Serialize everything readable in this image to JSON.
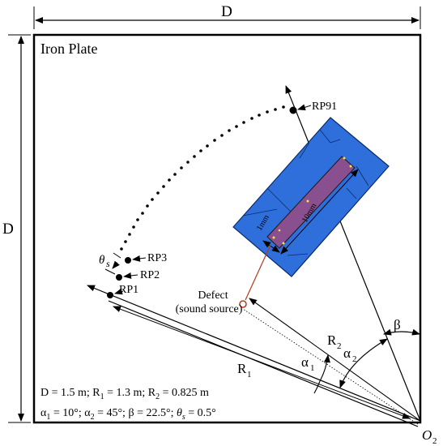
{
  "dimensions": {
    "top_label": "D",
    "left_label": "D"
  },
  "plate": {
    "label": "Iron Plate"
  },
  "reference_points": {
    "rp91": "RP91",
    "rp3": "RP3",
    "rp2": "RP2",
    "rp1": "RP1"
  },
  "defect": {
    "line1": "Defect",
    "line2": "(sound source)"
  },
  "crack_panel": {
    "width_label": "1mm",
    "length_label": "10mm",
    "fill_color": "#2f6fdc",
    "crack_color": "#8a4f8f"
  },
  "symbols": {
    "theta_s": "θ",
    "theta_sub": "s",
    "R1": "R",
    "R1_sub": "1",
    "R2": "R",
    "R2_sub": "2",
    "alpha1": "α",
    "alpha1_sub": "1",
    "alpha2": "α",
    "alpha2_sub": "2",
    "beta": "β",
    "origin": "O",
    "origin_sub": "2"
  },
  "params": {
    "line1": "D = 1.5 m;  R",
    "line1_s1": "1",
    "line1_b": " = 1.3 m;  R",
    "line1_s2": "2",
    "line1_c": " = 0.825 m",
    "line2": "α",
    "line2_s1": "1",
    "line2_b": " = 10°;  α",
    "line2_s2": "2",
    "line2_c": " = 45°;  β = 22.5°;  ",
    "line2_theta": "θ",
    "line2_s3": "s",
    "line2_d": " = 0.5°"
  }
}
